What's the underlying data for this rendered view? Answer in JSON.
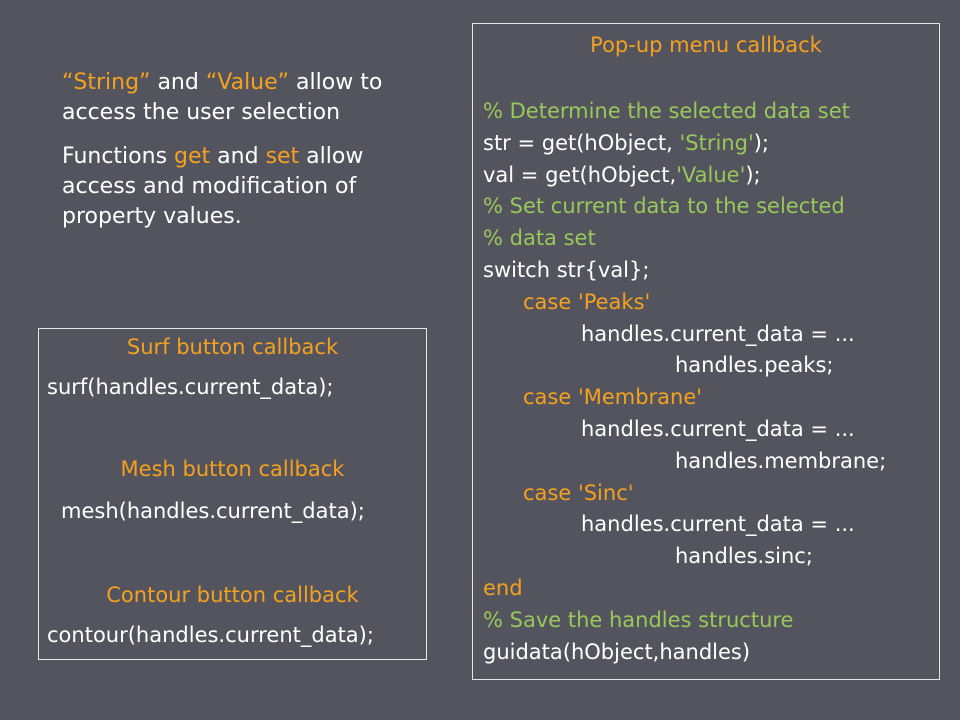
{
  "intro": {
    "p1": {
      "q1": "“String”",
      "and": " and ",
      "q2": "“Value”",
      "rest": " allow to access the user selection"
    },
    "p2": {
      "a": "Functions ",
      "get": "get",
      "and": " and ",
      "set": "set",
      "rest": " allow access and modification of property values."
    }
  },
  "left_panel": {
    "surf_title": "Surf button callback",
    "surf_code": "surf(handles.current_data);",
    "mesh_title": "Mesh button callback",
    "mesh_code": "mesh(handles.current_data);",
    "contour_title": "Contour button callback",
    "contour_code": "contour(handles.current_data);"
  },
  "right_panel": {
    "title": "Pop-up menu callback",
    "l1": "% Determine the selected data set",
    "l2a": "str = get(hObject, ",
    "l2s": "'String'",
    "l2b": ");",
    "l3a": "val = get(hObject,",
    "l3s": "'Value'",
    "l3b": ");",
    "l4": "% Set current data to the selected",
    "l5": "% data set",
    "l6": "switch str{val};",
    "l7": "case 'Peaks'",
    "l8": "handles.current_data = ...",
    "l9": "handles.peaks;",
    "l10": "case 'Membrane'",
    "l11": "handles.current_data = ...",
    "l12": "handles.membrane;",
    "l13": "case 'Sinc'",
    "l14": "handles.current_data = ...",
    "l15": "handles.sinc;",
    "l16": "end",
    "l17": "% Save the handles structure",
    "l18": "guidata(hObject,handles)"
  },
  "colors": {
    "background": "#54545f",
    "highlight": "#f4a21e",
    "comment": "#98c85a",
    "text": "#ffffff"
  }
}
